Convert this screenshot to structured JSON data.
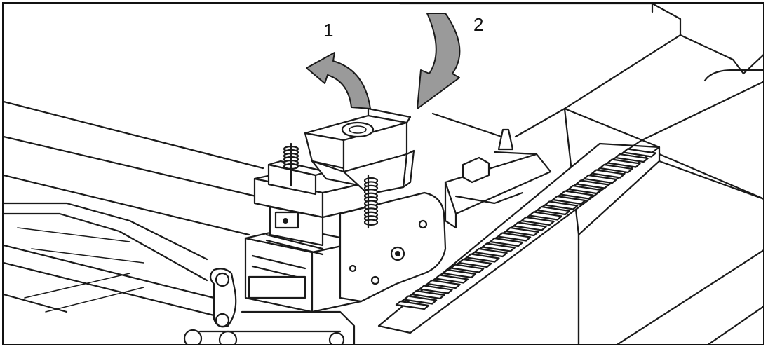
{
  "figure": {
    "callouts": [
      {
        "id": "1",
        "label": "1"
      },
      {
        "id": "2",
        "label": "2"
      }
    ],
    "colors": {
      "line": "#1a1a1a",
      "arrow_fill": "#9a9a9a",
      "background": "#ffffff"
    },
    "icons": {
      "arrow_1": "curved-arrow-up-icon",
      "arrow_2": "curved-arrow-down-icon"
    }
  }
}
